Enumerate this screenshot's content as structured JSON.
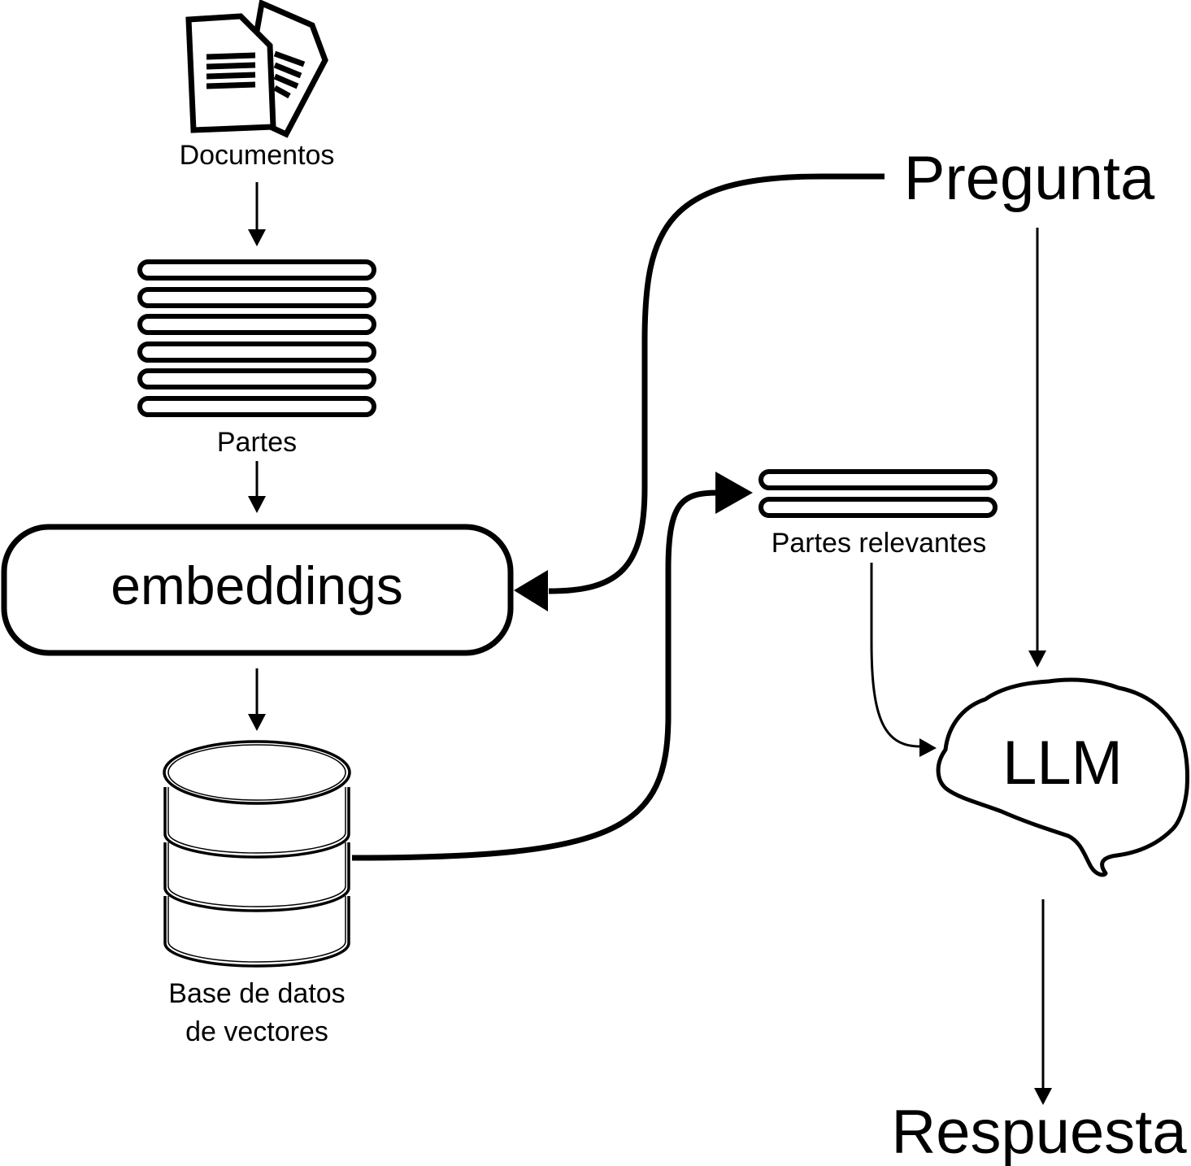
{
  "labels": {
    "documents": "Documentos",
    "chunks": "Partes",
    "embeddings": "embeddings",
    "vector_db_line1": "Base de datos",
    "vector_db_line2": "de vectores",
    "question": "Pregunta",
    "relevant_chunks": "Partes relevantes",
    "llm": "LLM",
    "answer": "Respuesta"
  },
  "icons": {
    "documents": "documents-icon",
    "chunks": "chunk-stack-icon",
    "relevant_chunks": "relevant-chunk-stack-icon",
    "database": "database-icon",
    "brain": "brain-icon"
  },
  "colors": {
    "stroke": "#000000",
    "background": "#ffffff"
  }
}
